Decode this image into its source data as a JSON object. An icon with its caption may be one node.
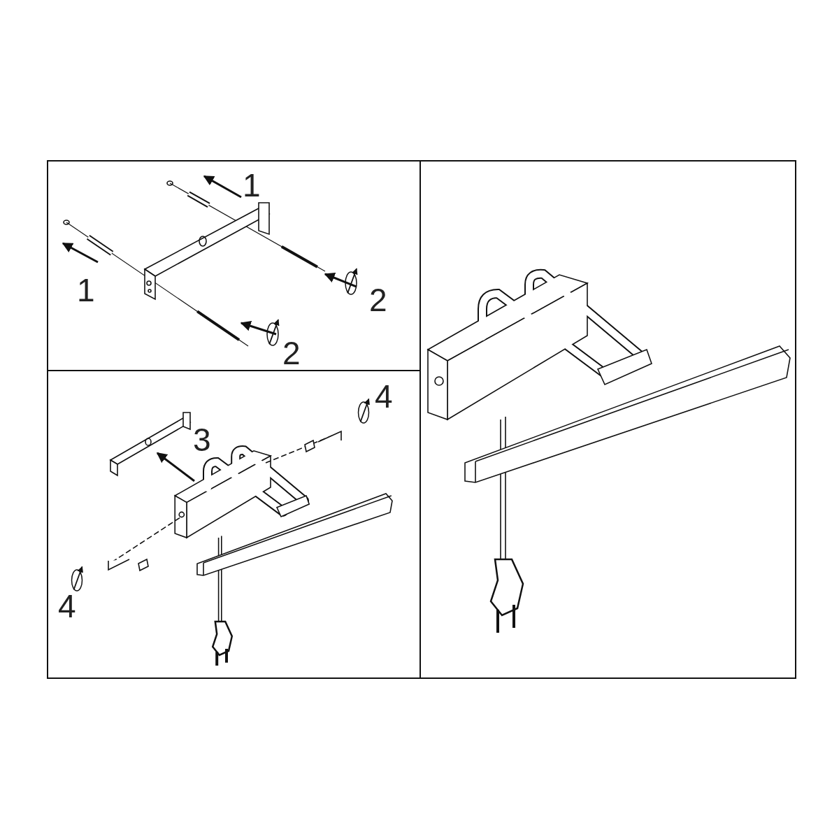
{
  "diagram": {
    "labels": [
      "1",
      "1",
      "2",
      "2",
      "4",
      "3",
      "4"
    ]
  }
}
